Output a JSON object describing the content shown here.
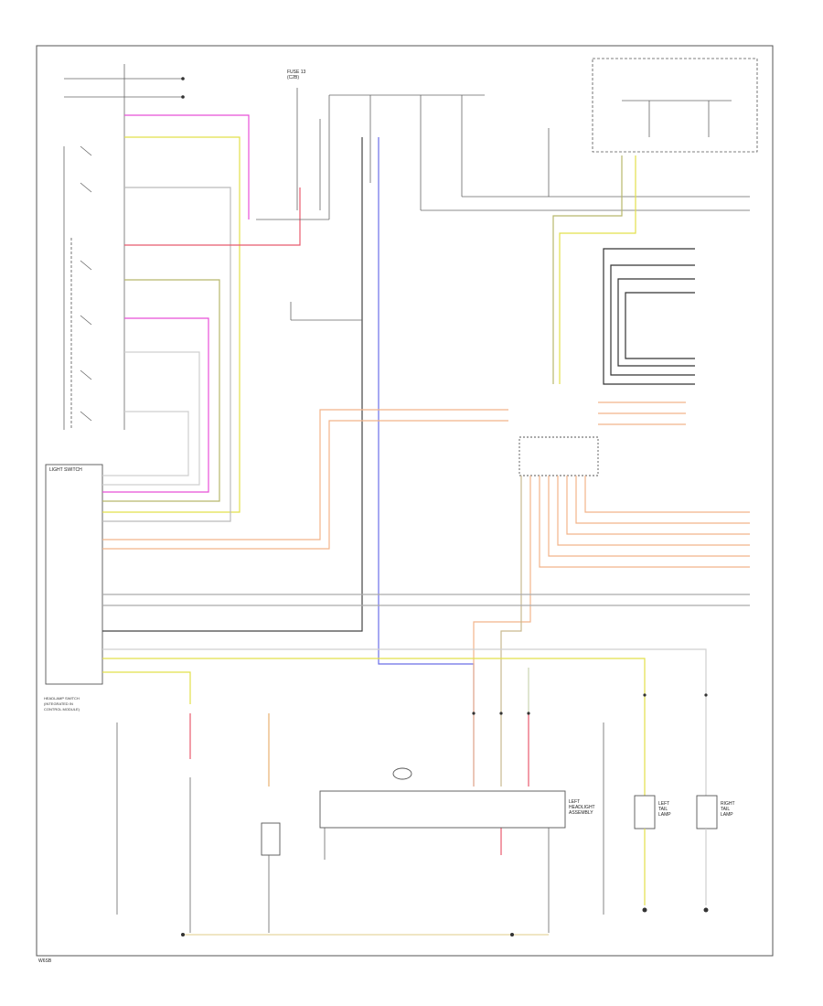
{
  "page": {
    "footer": "W6SB"
  },
  "components": {
    "light_switch": {
      "lines": [
        "LIGHT SWITCH",
        "",
        ""
      ]
    },
    "fuse_block": {
      "lines": [
        "FUSE 13",
        "(C2B)"
      ]
    },
    "left_headlight": {
      "lines": [
        "LEFT",
        "HEADLIGHT",
        "ASSEMBLY"
      ]
    },
    "right_tail": {
      "lines": [
        "RIGHT",
        "TAIL",
        "LAMP"
      ]
    },
    "left_tail": {
      "lines": [
        "LEFT",
        "TAIL",
        "LAMP"
      ]
    }
  },
  "colors": {
    "pink": "#e84fd8",
    "red": "#e85a6e",
    "yellow": "#e2e04a",
    "olive": "#b7b86c",
    "orange": "#f2b48a",
    "blue": "#6a6ee8",
    "gray": "#9a9a9a",
    "dark": "#333333"
  }
}
